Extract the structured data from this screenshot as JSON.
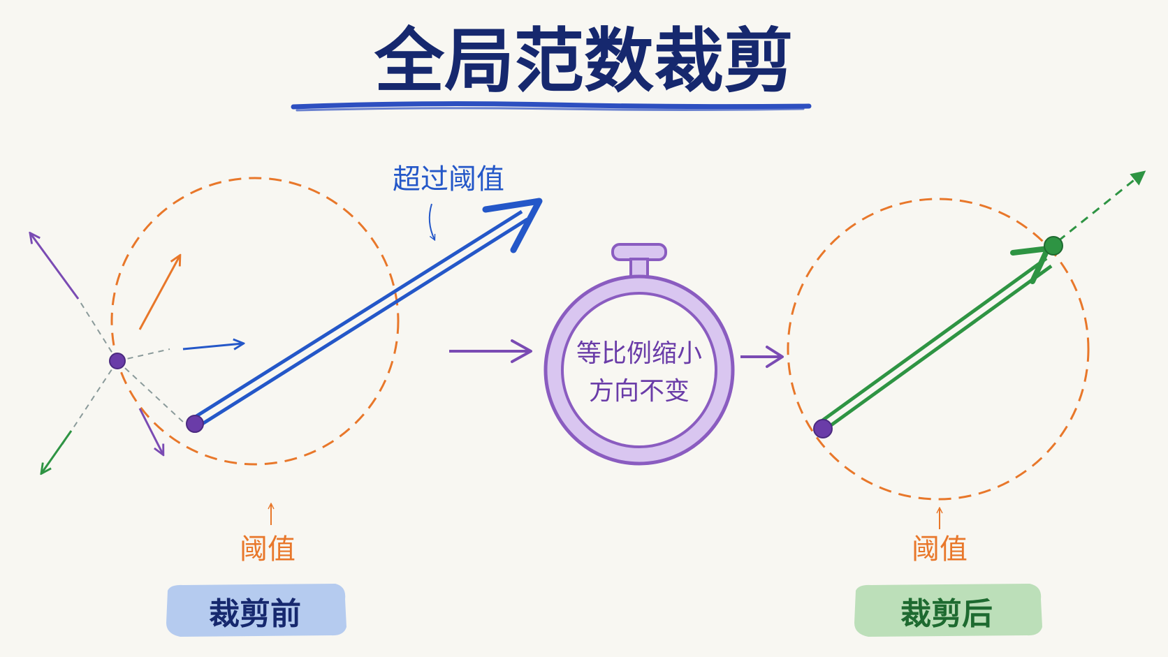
{
  "title": "全局范数裁剪",
  "labels": {
    "exceeds_threshold": "超过阈值",
    "threshold_left": "阈值",
    "threshold_right": "阈值",
    "before_clip": "裁剪前",
    "after_clip": "裁剪后"
  },
  "operation": {
    "line1": "等比例缩小",
    "line2": "方向不变"
  },
  "colors": {
    "title": "#16286e",
    "title_underline": "#2d4fc0",
    "threshold_circle": "#e8772a",
    "gradient_vector": "#2457c8",
    "clipped_vector": "#2e9443",
    "process_arrow": "#7a4bb3",
    "stopwatch": "#8a5cc0",
    "before_badge": "#a9c3ee",
    "after_badge": "#b5dcb3"
  }
}
